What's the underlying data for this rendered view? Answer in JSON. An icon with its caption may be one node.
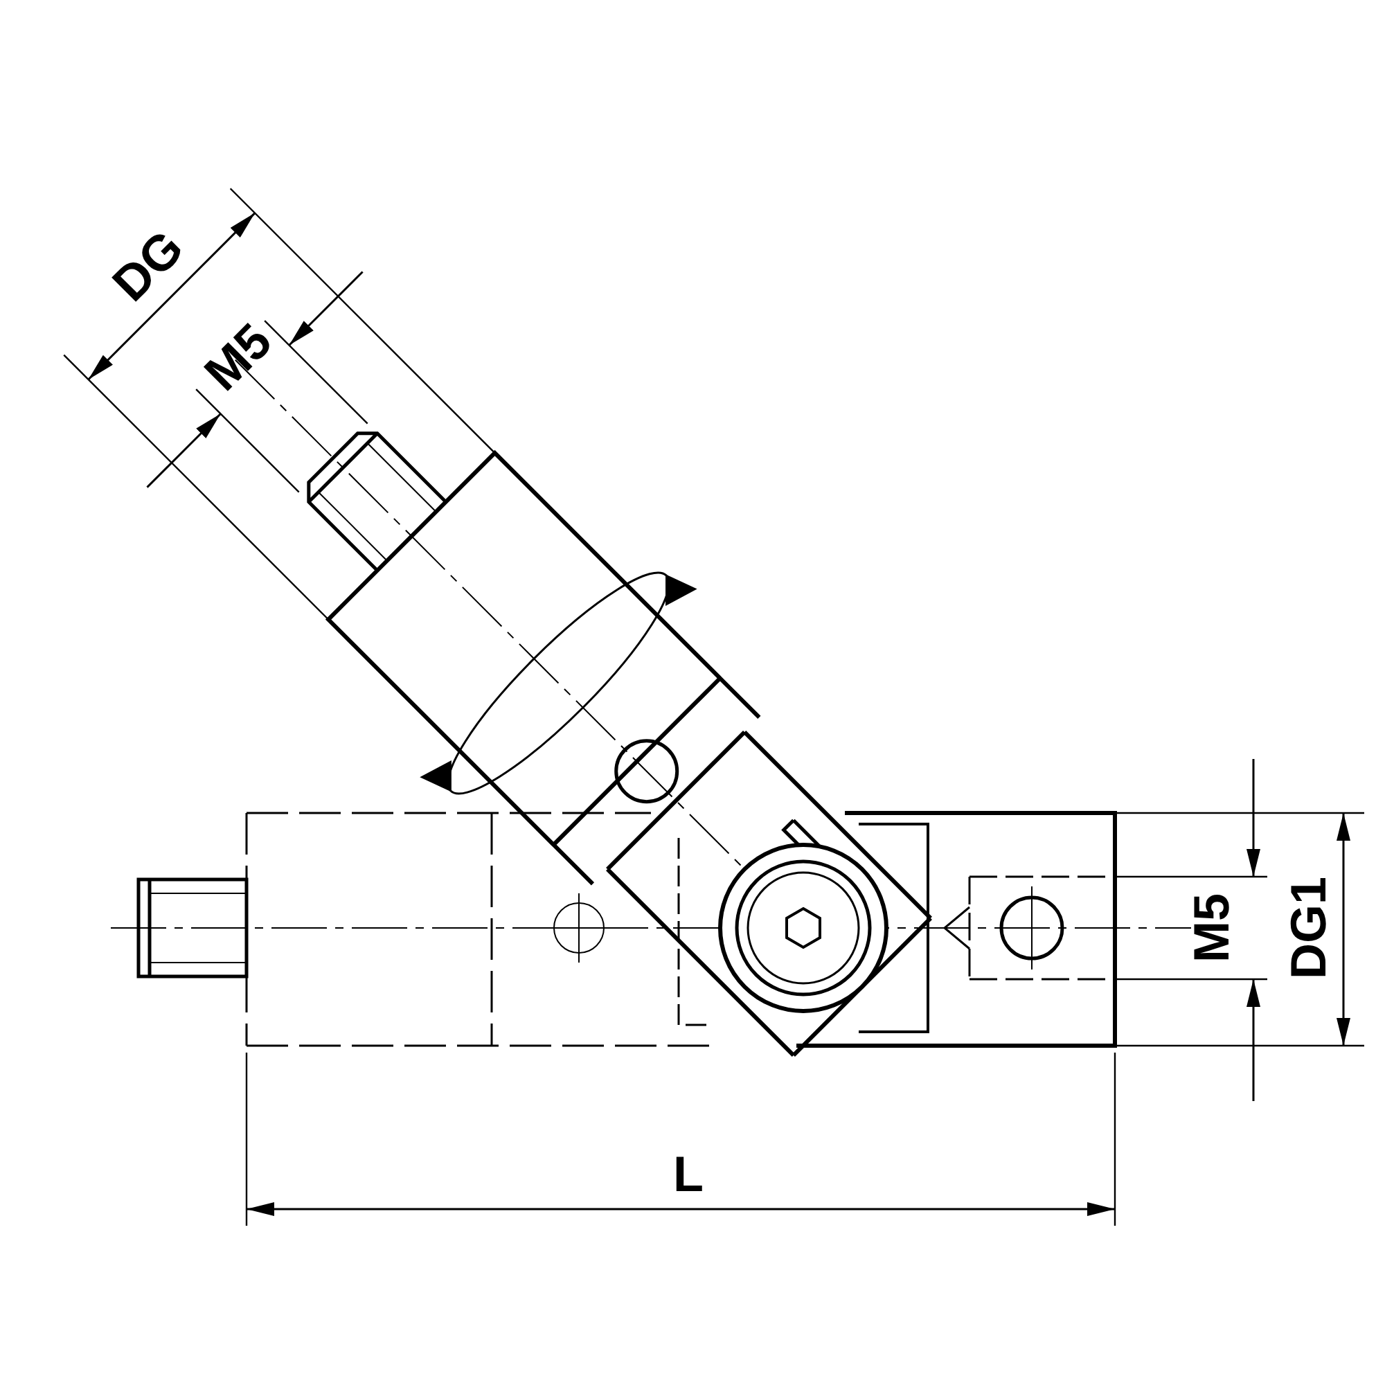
{
  "diagram": {
    "labels": [
      "DG",
      "M5",
      "M5",
      "DG1",
      "L"
    ]
  }
}
